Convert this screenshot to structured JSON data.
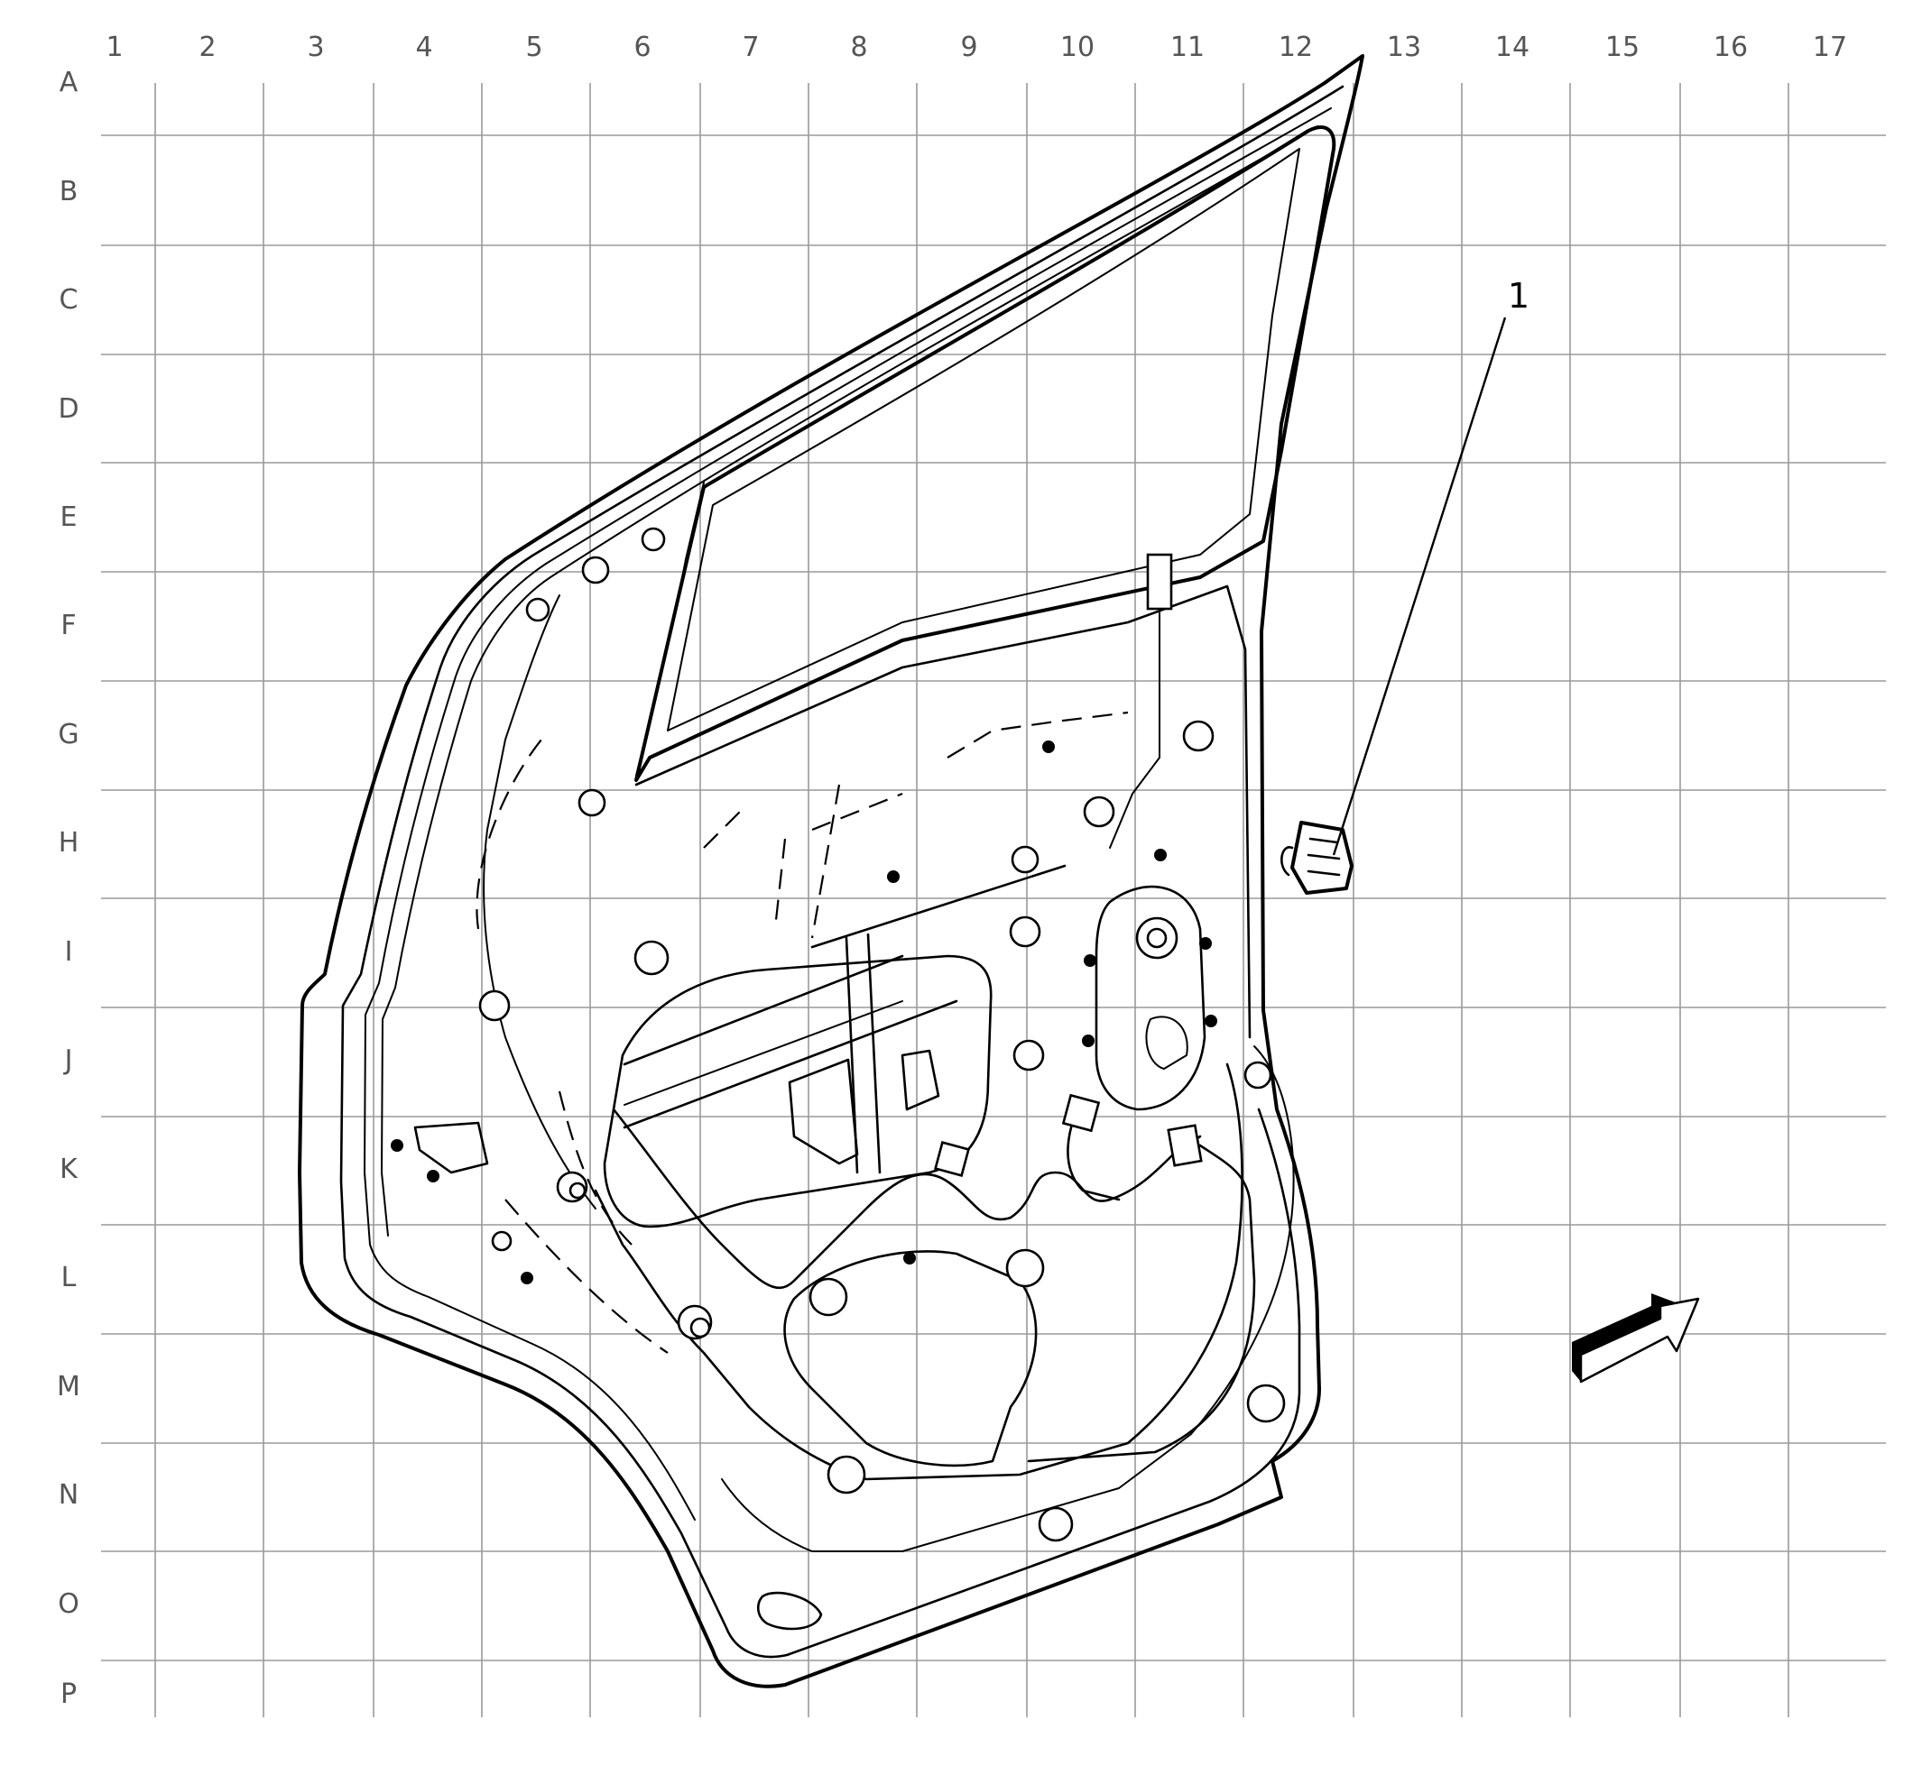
{
  "grid": {
    "columns": [
      "1",
      "2",
      "3",
      "4",
      "5",
      "6",
      "7",
      "8",
      "9",
      "10",
      "11",
      "12",
      "13",
      "14",
      "15",
      "16",
      "17"
    ],
    "rows": [
      "A",
      "B",
      "C",
      "D",
      "E",
      "F",
      "G",
      "H",
      "I",
      "J",
      "K",
      "L",
      "M",
      "N",
      "O",
      "P"
    ]
  },
  "callouts": [
    {
      "label": "1",
      "icon": "connector-icon"
    }
  ],
  "orientation_icon": "direction-arrow-icon"
}
